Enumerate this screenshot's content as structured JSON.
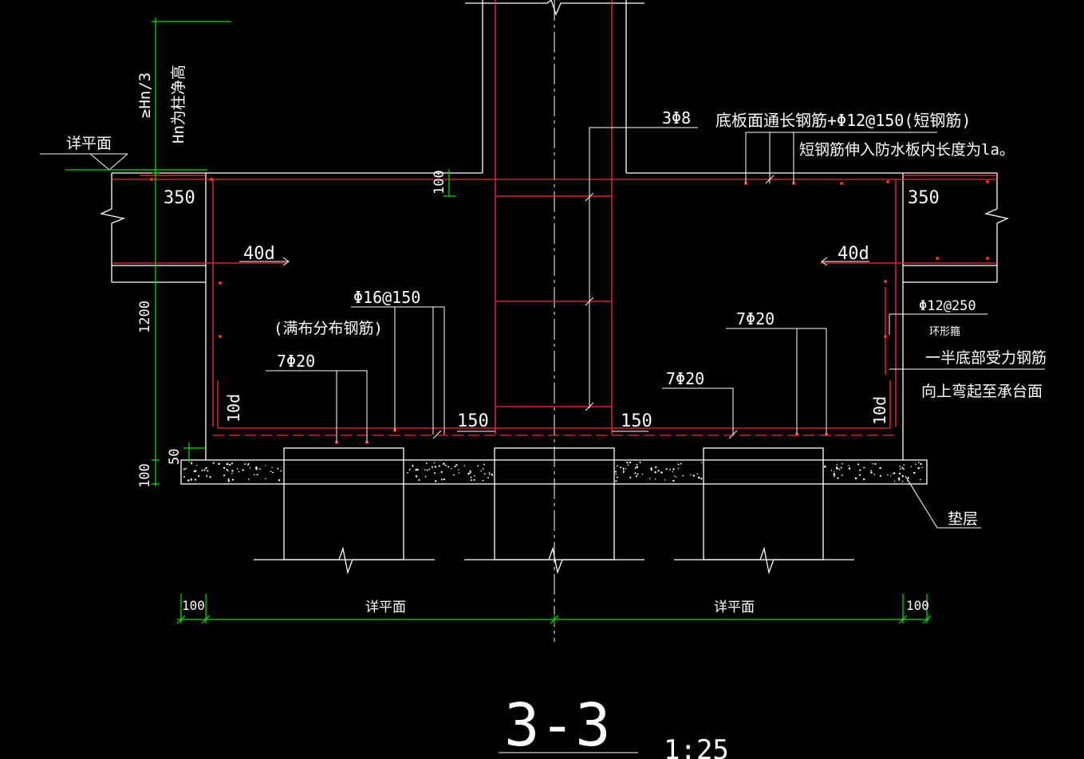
{
  "section": {
    "title": "3-3",
    "scale": "1:25"
  },
  "labels": {
    "detail_plan_top": "详平面",
    "detail_plan_bottom_left": "详平面",
    "detail_plan_bottom_right": "详平面",
    "height_rule_1": "≥Hn/3",
    "height_rule_2": "Hn为柱净高",
    "dim_350_left": "350",
    "dim_350_right": "350",
    "dim_100_top": "100",
    "dim_1200": "1200",
    "dim_50": "50",
    "dim_100_bottom": "100",
    "anchor_left": "40d",
    "anchor_right": "40d",
    "hook_left": "10d",
    "hook_right": "10d",
    "cover_150_left": "150",
    "cover_150_right": "150",
    "dim_100_bl": "100",
    "dim_100_br": "100",
    "rebar_3phi8": "3Φ8",
    "rebar_top_1": "底板面通长钢筋+Φ12@150(短钢筋)",
    "rebar_top_2": "短钢筋伸入防水板内长度为la。",
    "rebar_phi16": "Φ16@150",
    "rebar_full_dist": "(满布分布钢筋)",
    "rebar_7phi20_left": "7Φ20",
    "rebar_7phi20_mid": "7Φ20",
    "rebar_7phi20_right": "7Φ20",
    "rebar_phi12_250": "Φ12@250",
    "ring_stirrup": "环形箍",
    "bottom_bend_1": "一半底部受力钢筋",
    "bottom_bend_2": "向上弯起至承台面",
    "cushion": "垫层"
  },
  "colors": {
    "background": "#000000",
    "outline": "#ffffff",
    "rebar": "#ff2a2a",
    "dimension": "#00e600"
  }
}
